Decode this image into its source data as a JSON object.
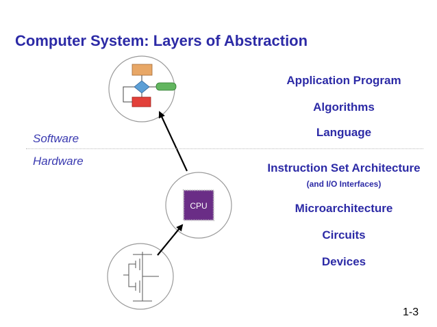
{
  "slide": {
    "title": "Computer System: Layers of Abstraction",
    "page_number": "1-3"
  },
  "domains": {
    "software_label": "Software",
    "hardware_label": "Hardware"
  },
  "layers": {
    "application_program": "Application Program",
    "algorithms": "Algorithms",
    "language": "Language",
    "isa": "Instruction Set Architecture",
    "isa_note": "(and I/O Interfaces)",
    "microarchitecture": "Microarchitecture",
    "circuits": "Circuits",
    "devices": "Devices"
  },
  "illustrations": {
    "chip_label": "CPU",
    "icons": [
      "flowchart-icon",
      "cpu-chip-icon",
      "transistor-circuit-icon"
    ]
  },
  "colors": {
    "title": "#2c2aa6",
    "layer_text": "#2c2aa6",
    "domain_text": "#3a3ab0",
    "chip_body": "#6a2d86",
    "flow_box_orange": "#e8a766",
    "flow_diamond_blue": "#5c9fd6",
    "flow_terminal_green": "#62b55f",
    "flow_box_red": "#e2403a"
  }
}
